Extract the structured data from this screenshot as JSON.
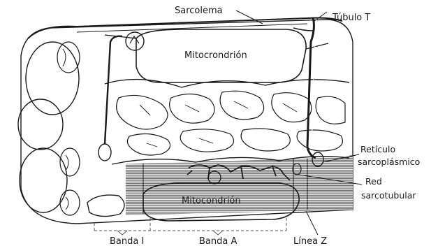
{
  "labels": {
    "sarcolema": "Sarcolema",
    "tubulo_t": "Túbulo T",
    "mitocondrion_top": "Mitocrondrión",
    "reticulo_line1": "Retículo",
    "reticulo_line2": "sarcoplásmico",
    "red_line1": "Red",
    "red_line2": "sarcotubular",
    "mitocondrion_bottom": "Mitocondrión",
    "banda_i": "Banda I",
    "banda_a": "Banda A",
    "linea_z": "Línea Z"
  },
  "colors": {
    "ink": "#1a1a1a",
    "paper": "#ffffff",
    "stipple": "#bdbdbd"
  }
}
